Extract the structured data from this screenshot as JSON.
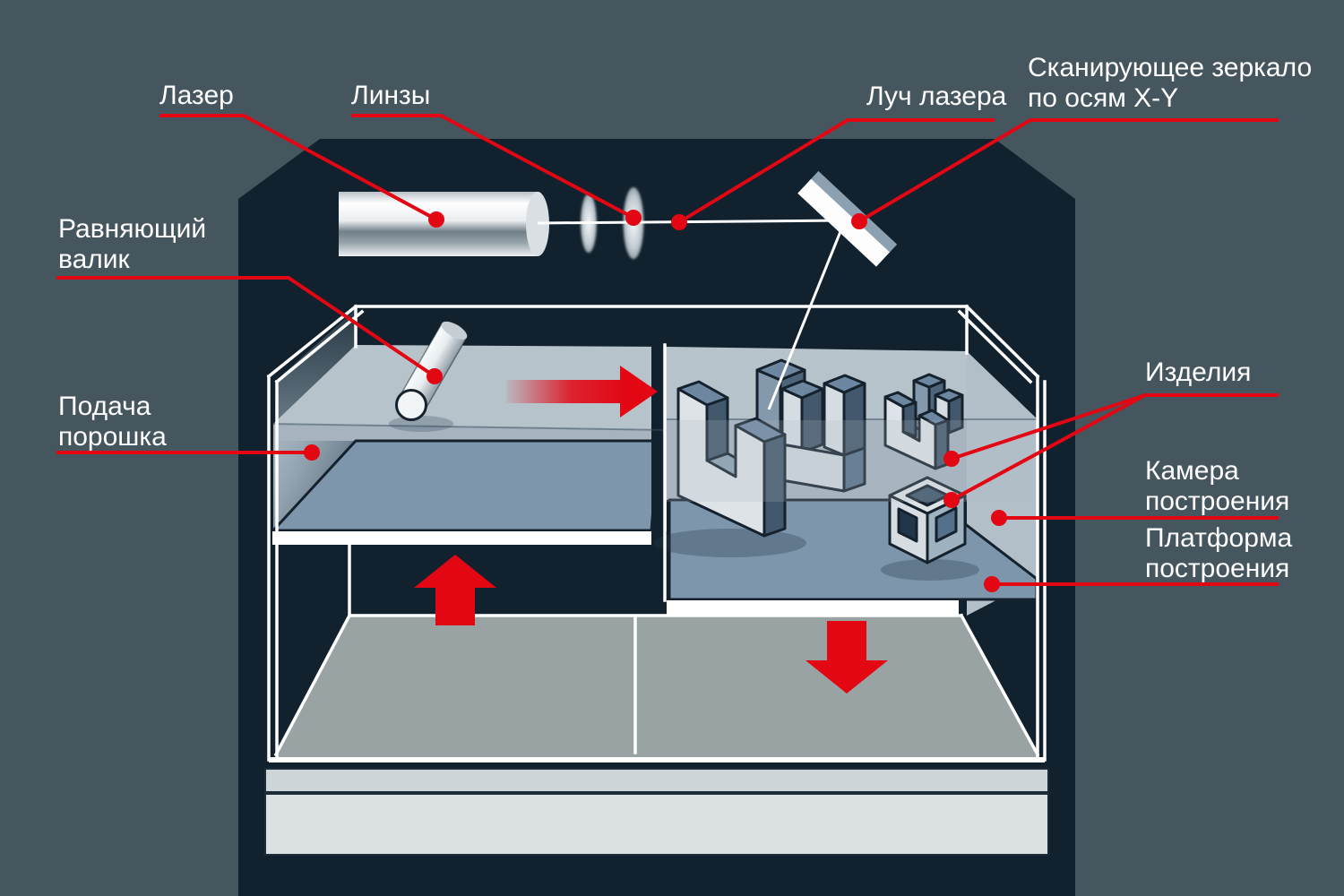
{
  "labels": {
    "laser": "Лазер",
    "lenses": "Линзы",
    "beam": "Луч лазера",
    "mirror_line1": "Сканирующее зеркало",
    "mirror_line2": "по осям X-Y",
    "roller_line1": "Равняющий",
    "roller_line2": "валик",
    "powder_line1": "Подача",
    "powder_line2": "порошка",
    "products": "Изделия",
    "chamber_line1": "Камера",
    "chamber_line2": "построения",
    "platform_line1": "Платформа",
    "platform_line2": "построения"
  },
  "arrows": {
    "powder_supply_direction": "up",
    "build_platform_direction": "down",
    "roller_travel_direction": "right"
  },
  "colors": {
    "background": "#46565f",
    "machine_body": "#11222e",
    "accent_red": "#e30613",
    "callout_dot": "#e30613",
    "white": "#ffffff",
    "glass_powder_light": "#b7c3cb",
    "powder_mid": "#a7b4c0",
    "platform_blue": "#7e96ab",
    "floor_gray": "#9aa3a4",
    "base_slab_top": "#ced5d8",
    "base_slab_bottom": "#dbe0e2",
    "part_front": "#dde3e7",
    "part_top": "#6d87a0",
    "part_side": "#42586c"
  }
}
